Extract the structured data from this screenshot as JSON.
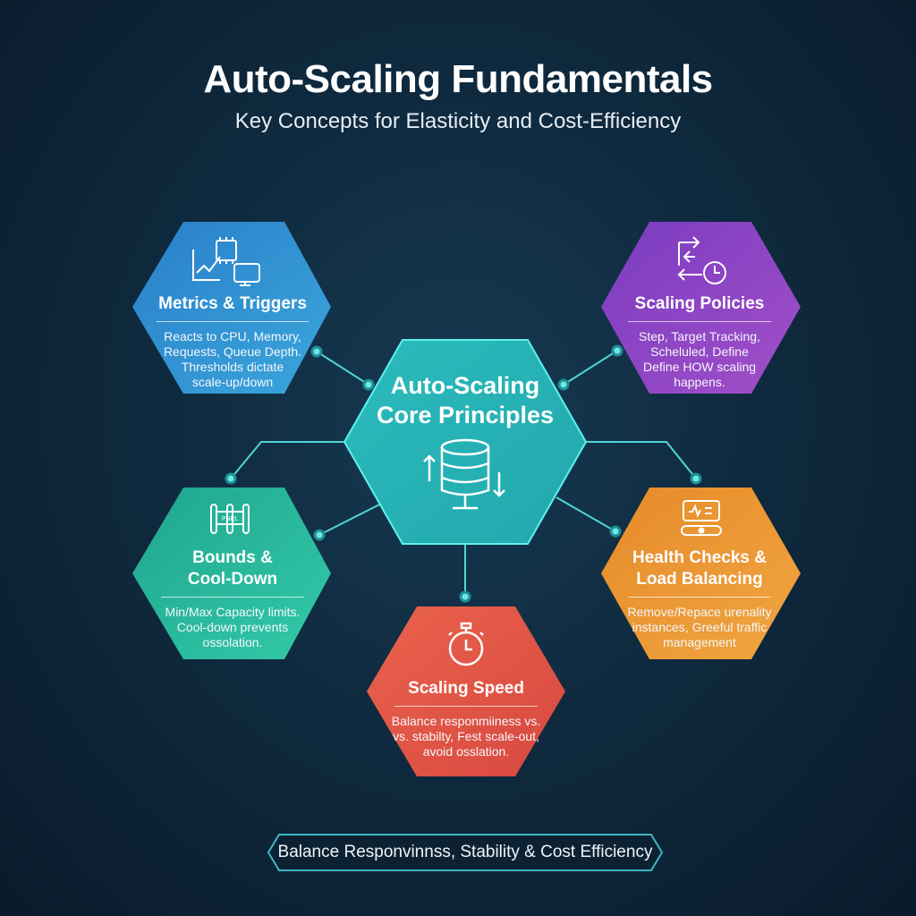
{
  "header": {
    "title": "Auto-Scaling Fundamentals",
    "subtitle": "Key Concepts for Elasticity and Cost-Efficiency"
  },
  "center": {
    "title_line1": "Auto-Scaling",
    "title_line2": "Core Principles",
    "icon": "database-scale-icon",
    "color": "#2fbfbe"
  },
  "cards": [
    {
      "id": "metrics",
      "title": "Metrics & Triggers",
      "body": [
        "Reacts to CPU, Memory,",
        "Requests, Queue Depth.",
        "Thresholds dictate",
        "scale-up/down"
      ],
      "icon": "metrics-chart-cpu-icon",
      "color": "#2f8fd0"
    },
    {
      "id": "policies",
      "title": "Scaling Policies",
      "body": [
        "Step, Target Tracking,",
        "Scheluled, Define",
        "Define HOW scaling",
        "happens."
      ],
      "icon": "policy-arrows-clock-icon",
      "color": "#8e44c4"
    },
    {
      "id": "bounds",
      "title_line1": "Bounds &",
      "title_line2": "Cool-Down",
      "body": [
        "Min/Max Capacity limits.",
        "Cool-down prevents",
        "ossolation."
      ],
      "icon": "bounds-rack-icon",
      "icon_text": "PNEL",
      "color": "#26b59c"
    },
    {
      "id": "health",
      "title_line1": "Health Checks &",
      "title_line2": "Load Balancing",
      "body": [
        "Remove/Repace urenality",
        "instances, Greeful traffic",
        "management"
      ],
      "icon": "health-monitor-icon",
      "color": "#e8962e"
    },
    {
      "id": "speed",
      "title": "Scaling Speed",
      "body": [
        "Balance responmiiness vs.",
        "vs. stabilty, Fest scale-out,",
        "avoid osslation."
      ],
      "icon": "stopwatch-icon",
      "color": "#e05a48"
    }
  ],
  "footer": {
    "banner": "Balance Responvinnss, Stability & Cost Efficiency"
  }
}
